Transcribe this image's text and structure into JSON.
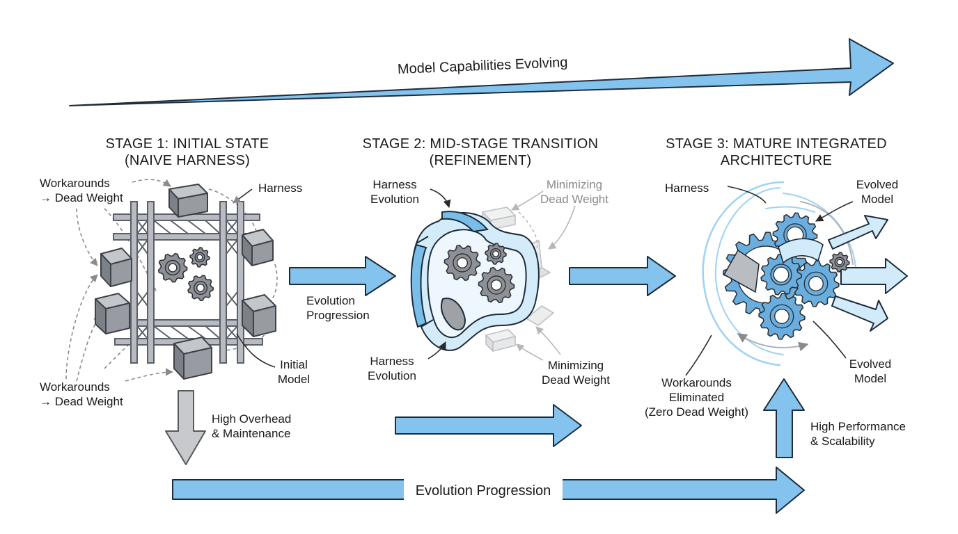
{
  "top_arrow": {
    "label": "Model Capabilities Evolving"
  },
  "stages": [
    {
      "title_line1": "STAGE 1: INITIAL STATE",
      "title_line2": "(NAIVE HARNESS)"
    },
    {
      "title_line1": "STAGE 2: MID-STAGE TRANSITION",
      "title_line2": "(REFINEMENT)"
    },
    {
      "title_line1": "STAGE 3: MATURE INTEGRATED",
      "title_line2": "ARCHITECTURE"
    }
  ],
  "stage1": {
    "workarounds_top_1": "Workarounds",
    "workarounds_top_2": "→ Dead Weight",
    "harness": "Harness",
    "initial_model_1": "Initial",
    "initial_model_2": "Model",
    "workarounds_bottom_1": "Workarounds",
    "workarounds_bottom_2": "→ Dead Weight",
    "overhead_1": "High Overhead",
    "overhead_2": "& Maintenance"
  },
  "transition1": {
    "line1": "Evolution",
    "line2": "Progression"
  },
  "stage2": {
    "harness_evolution_top_1": "Harness",
    "harness_evolution_top_2": "Evolution",
    "minimizing_top_1": "Minimizing",
    "minimizing_top_2": "Dead Weight",
    "harness_evolution_bottom_1": "Harness",
    "harness_evolution_bottom_2": "Evolution",
    "minimizing_bottom_1": "Minimizing",
    "minimizing_bottom_2": "Dead Weight"
  },
  "stage3": {
    "harness": "Harness",
    "evolved_model_top_1": "Evolved",
    "evolved_model_top_2": "Model",
    "evolved_model_bottom_1": "Evolved",
    "evolved_model_bottom_2": "Model",
    "eliminated_1": "Workarounds",
    "eliminated_2": "Eliminated",
    "eliminated_3": "(Zero Dead Weight)",
    "performance_1": "High Performance",
    "performance_2": "& Scalability"
  },
  "bottom_arrow": {
    "label": "Evolution Progression"
  },
  "colors": {
    "arrow_fill": "#84c3ee",
    "arrow_stroke": "#1d2b3a",
    "harness_blue": "#3f8fd0",
    "gear_gray": "#8d9196",
    "cube_gray": "#8e9298",
    "pale_gray": "#d8dadc"
  }
}
